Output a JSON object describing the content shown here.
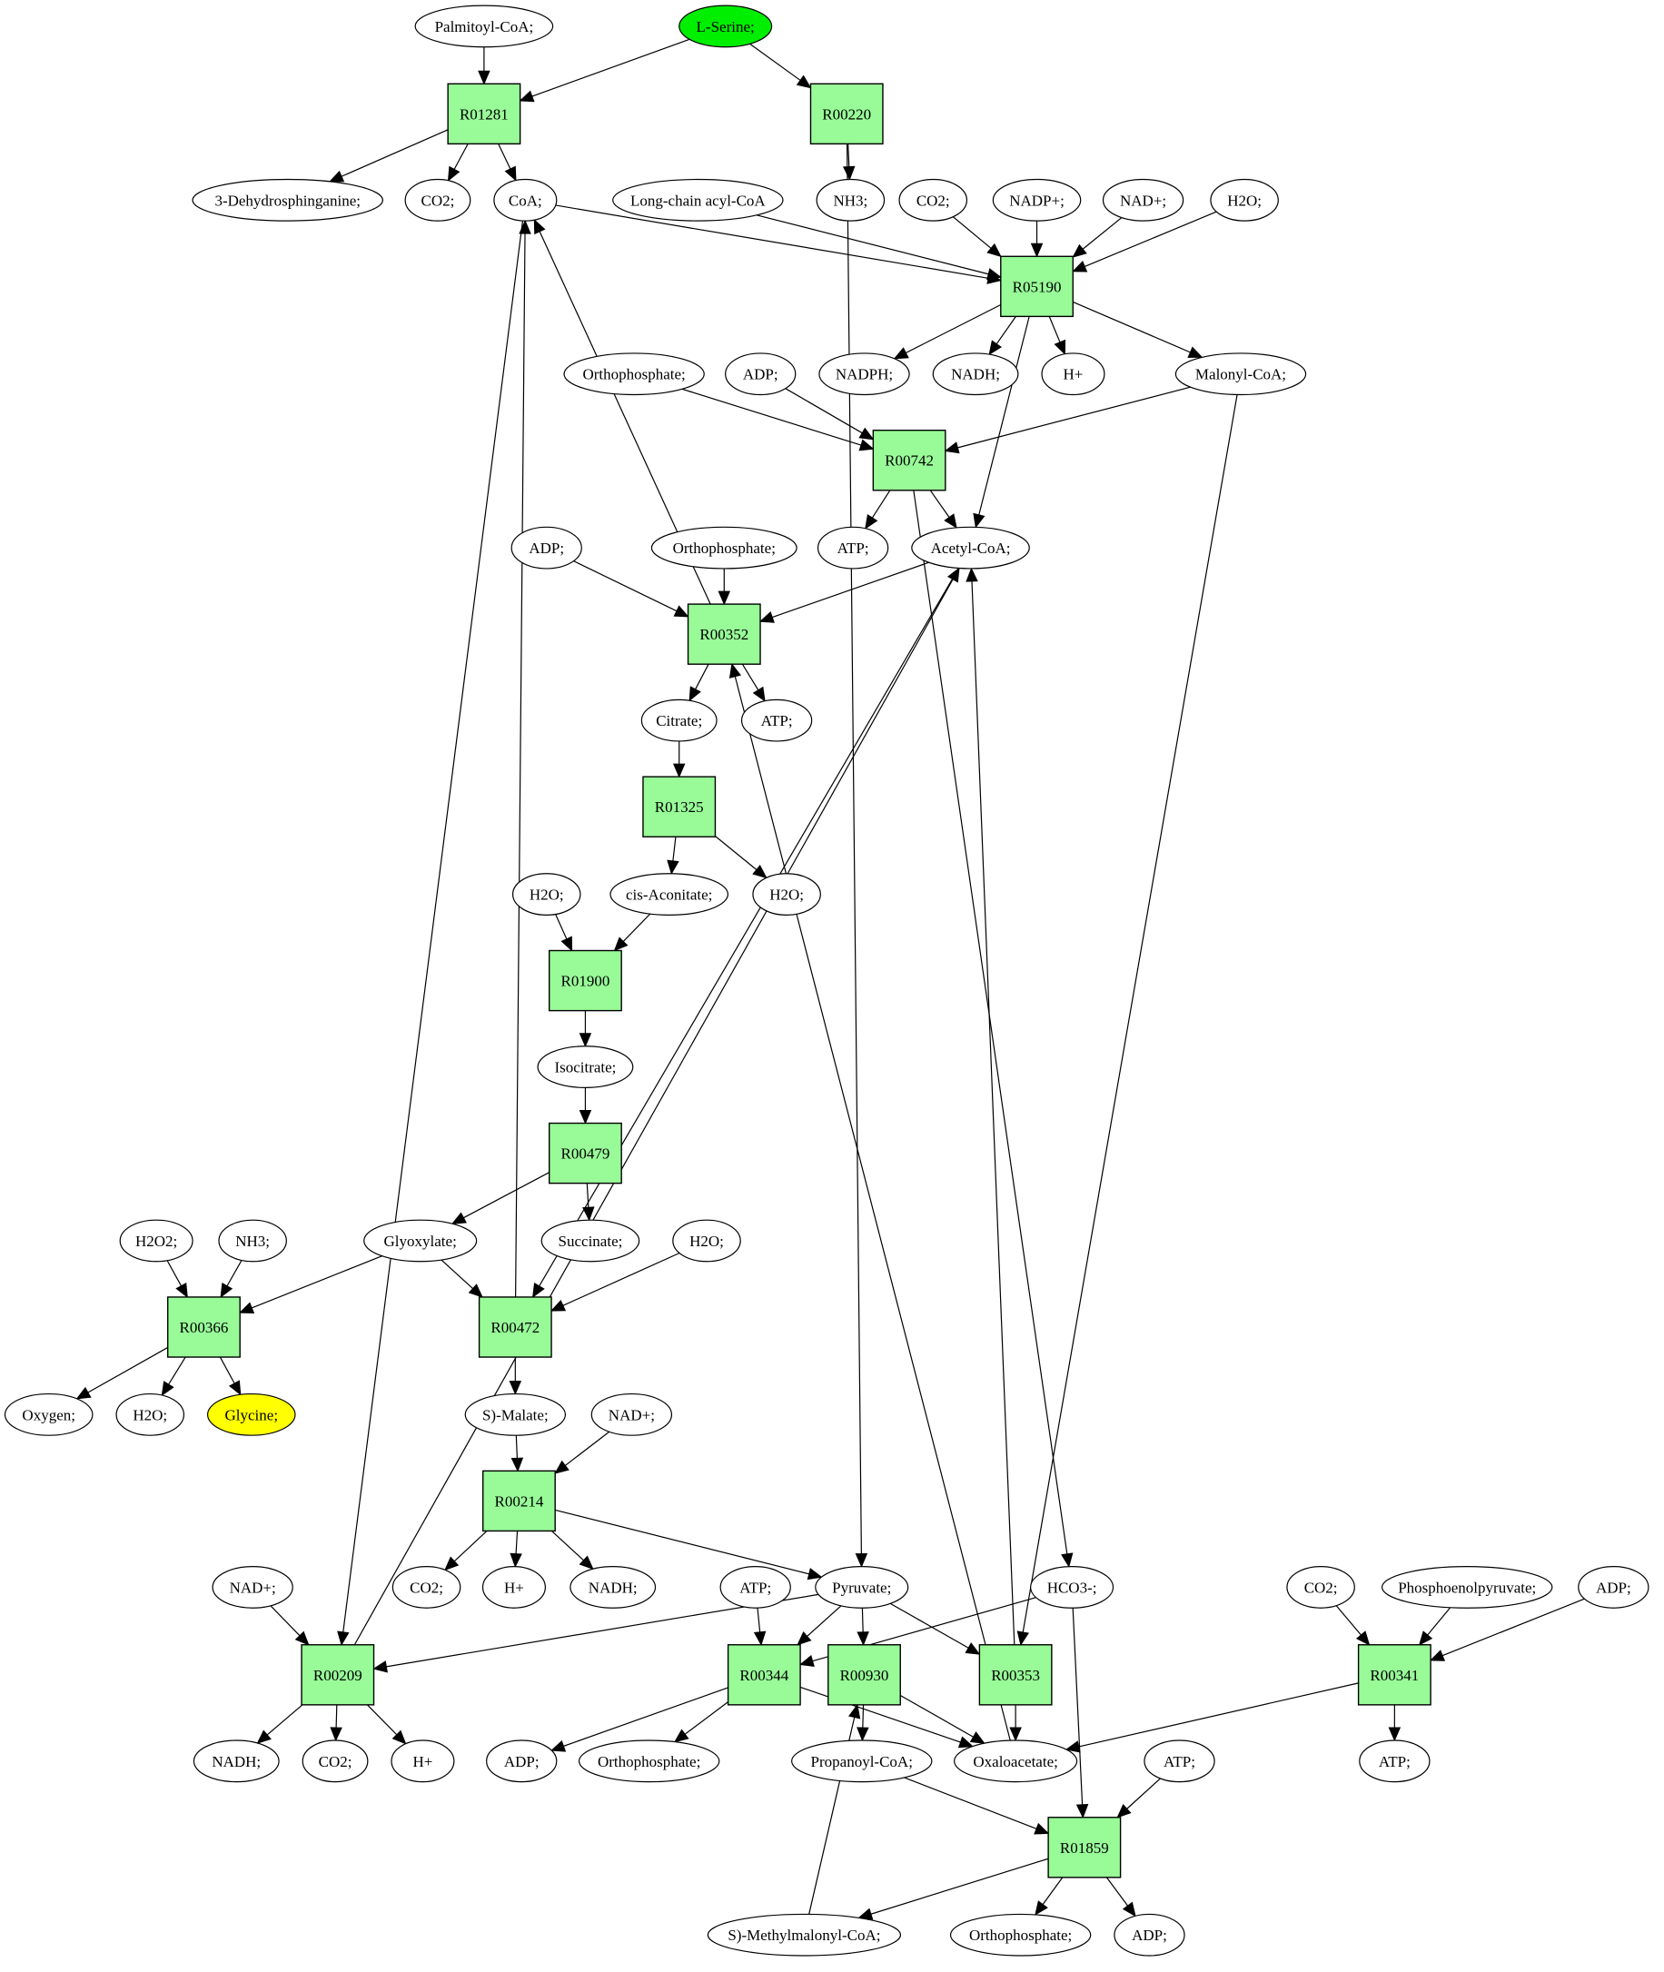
{
  "title": "Metabolic pathway graph: L-Serine to Glycine",
  "colors": {
    "reaction_fill": "#98fb98",
    "compound_fill": "#ffffff",
    "source_fill": "#00ee00",
    "target_fill": "#ffff00",
    "stroke": "#000000"
  },
  "nodes": [
    {
      "id": "palmitoyl_coa",
      "label": "Palmitoyl-CoA;",
      "type": "compound"
    },
    {
      "id": "l_serine",
      "label": "L-Serine;",
      "type": "source"
    },
    {
      "id": "R01281",
      "label": "R01281",
      "type": "reaction"
    },
    {
      "id": "R00220",
      "label": "R00220",
      "type": "reaction"
    },
    {
      "id": "dehydrosphinganine",
      "label": "3-Dehydrosphinganine;",
      "type": "compound"
    },
    {
      "id": "co2_a",
      "label": "CO2;",
      "type": "compound"
    },
    {
      "id": "coa",
      "label": "CoA;",
      "type": "compound"
    },
    {
      "id": "longchain",
      "label": "Long-chain acyl-CoA",
      "type": "compound"
    },
    {
      "id": "nh3_a",
      "label": "NH3;",
      "type": "compound"
    },
    {
      "id": "co2_b",
      "label": "CO2;",
      "type": "compound"
    },
    {
      "id": "nadp",
      "label": "NADP+;",
      "type": "compound"
    },
    {
      "id": "nad_a",
      "label": "NAD+;",
      "type": "compound"
    },
    {
      "id": "h2o_a",
      "label": "H2O;",
      "type": "compound"
    },
    {
      "id": "R05190",
      "label": "R05190",
      "type": "reaction"
    },
    {
      "id": "ortho_a",
      "label": "Orthophosphate;",
      "type": "compound"
    },
    {
      "id": "adp_a",
      "label": "ADP;",
      "type": "compound"
    },
    {
      "id": "nadph",
      "label": "NADPH;",
      "type": "compound"
    },
    {
      "id": "nadh_a",
      "label": "NADH;",
      "type": "compound"
    },
    {
      "id": "hplus_a",
      "label": "H+",
      "type": "compound"
    },
    {
      "id": "malonyl",
      "label": "Malonyl-CoA;",
      "type": "compound"
    },
    {
      "id": "R00742",
      "label": "R00742",
      "type": "reaction"
    },
    {
      "id": "adp_b",
      "label": "ADP;",
      "type": "compound"
    },
    {
      "id": "ortho_b",
      "label": "Orthophosphate;",
      "type": "compound"
    },
    {
      "id": "atp_a",
      "label": "ATP;",
      "type": "compound"
    },
    {
      "id": "acetyl",
      "label": "Acetyl-CoA;",
      "type": "compound"
    },
    {
      "id": "R00352",
      "label": "R00352",
      "type": "reaction"
    },
    {
      "id": "citrate",
      "label": "Citrate;",
      "type": "compound"
    },
    {
      "id": "atp_b",
      "label": "ATP;",
      "type": "compound"
    },
    {
      "id": "R01325",
      "label": "R01325",
      "type": "reaction"
    },
    {
      "id": "h2o_b",
      "label": "H2O;",
      "type": "compound"
    },
    {
      "id": "cisacon",
      "label": "cis-Aconitate;",
      "type": "compound"
    },
    {
      "id": "h2o_c",
      "label": "H2O;",
      "type": "compound"
    },
    {
      "id": "R01900",
      "label": "R01900",
      "type": "reaction"
    },
    {
      "id": "isocitrate",
      "label": "Isocitrate;",
      "type": "compound"
    },
    {
      "id": "R00479",
      "label": "R00479",
      "type": "reaction"
    },
    {
      "id": "h2o2",
      "label": "H2O2;",
      "type": "compound"
    },
    {
      "id": "nh3_b",
      "label": "NH3;",
      "type": "compound"
    },
    {
      "id": "glyoxylate",
      "label": "Glyoxylate;",
      "type": "compound"
    },
    {
      "id": "succinate",
      "label": "Succinate;",
      "type": "compound"
    },
    {
      "id": "h2o_d",
      "label": "H2O;",
      "type": "compound"
    },
    {
      "id": "R00366",
      "label": "R00366",
      "type": "reaction"
    },
    {
      "id": "R00472",
      "label": "R00472",
      "type": "reaction"
    },
    {
      "id": "oxygen",
      "label": "Oxygen;",
      "type": "compound"
    },
    {
      "id": "h2o_e",
      "label": "H2O;",
      "type": "compound"
    },
    {
      "id": "glycine",
      "label": "Glycine;",
      "type": "target"
    },
    {
      "id": "malate",
      "label": "S)-Malate;",
      "type": "compound"
    },
    {
      "id": "nad_b",
      "label": "NAD+;",
      "type": "compound"
    },
    {
      "id": "R00214",
      "label": "R00214",
      "type": "reaction"
    },
    {
      "id": "co2_c",
      "label": "CO2;",
      "type": "compound"
    },
    {
      "id": "hplus_b",
      "label": "H+",
      "type": "compound"
    },
    {
      "id": "nadh_b",
      "label": "NADH;",
      "type": "compound"
    },
    {
      "id": "nad_c",
      "label": "NAD+;",
      "type": "compound"
    },
    {
      "id": "atp_c",
      "label": "ATP;",
      "type": "compound"
    },
    {
      "id": "pyruvate",
      "label": "Pyruvate;",
      "type": "compound"
    },
    {
      "id": "hco3",
      "label": "HCO3-;",
      "type": "compound"
    },
    {
      "id": "co2_d",
      "label": "CO2;",
      "type": "compound"
    },
    {
      "id": "pep",
      "label": "Phosphoenolpyruvate;",
      "type": "compound"
    },
    {
      "id": "adp_c",
      "label": "ADP;",
      "type": "compound"
    },
    {
      "id": "R00209",
      "label": "R00209",
      "type": "reaction"
    },
    {
      "id": "R00344",
      "label": "R00344",
      "type": "reaction"
    },
    {
      "id": "R00930",
      "label": "R00930",
      "type": "reaction"
    },
    {
      "id": "R00353",
      "label": "R00353",
      "type": "reaction"
    },
    {
      "id": "R00341",
      "label": "R00341",
      "type": "reaction"
    },
    {
      "id": "nadh_c",
      "label": "NADH;",
      "type": "compound"
    },
    {
      "id": "co2_e",
      "label": "CO2;",
      "type": "compound"
    },
    {
      "id": "hplus_c",
      "label": "H+",
      "type": "compound"
    },
    {
      "id": "adp_d",
      "label": "ADP;",
      "type": "compound"
    },
    {
      "id": "ortho_c",
      "label": "Orthophosphate;",
      "type": "compound"
    },
    {
      "id": "propanoyl",
      "label": "Propanoyl-CoA;",
      "type": "compound"
    },
    {
      "id": "oxaloacetate",
      "label": "Oxaloacetate;",
      "type": "compound"
    },
    {
      "id": "atp_d",
      "label": "ATP;",
      "type": "compound"
    },
    {
      "id": "atp_e",
      "label": "ATP;",
      "type": "compound"
    },
    {
      "id": "R01859",
      "label": "R01859",
      "type": "reaction"
    },
    {
      "id": "methylmalonyl",
      "label": "S)-Methylmalonyl-CoA;",
      "type": "compound"
    },
    {
      "id": "ortho_d",
      "label": "Orthophosphate;",
      "type": "compound"
    },
    {
      "id": "adp_e",
      "label": "ADP;",
      "type": "compound"
    }
  ],
  "edges": [
    [
      "palmitoyl_coa",
      "R01281"
    ],
    [
      "l_serine",
      "R01281"
    ],
    [
      "l_serine",
      "R00220"
    ],
    [
      "R01281",
      "dehydrosphinganine"
    ],
    [
      "R01281",
      "co2_a"
    ],
    [
      "R01281",
      "coa"
    ],
    [
      "R00220",
      "nh3_a"
    ],
    [
      "R00220",
      "pyruvate"
    ],
    [
      "coa",
      "R05190"
    ],
    [
      "longchain",
      "R05190"
    ],
    [
      "co2_b",
      "R05190"
    ],
    [
      "nadp",
      "R05190"
    ],
    [
      "nad_a",
      "R05190"
    ],
    [
      "h2o_a",
      "R05190"
    ],
    [
      "coa",
      "R00209"
    ],
    [
      "R05190",
      "nadph"
    ],
    [
      "R05190",
      "nadh_a"
    ],
    [
      "R05190",
      "hplus_a"
    ],
    [
      "R05190",
      "malonyl"
    ],
    [
      "R05190",
      "acetyl"
    ],
    [
      "ortho_a",
      "R00742"
    ],
    [
      "adp_a",
      "R00742"
    ],
    [
      "malonyl",
      "R00742"
    ],
    [
      "malonyl",
      "R00353"
    ],
    [
      "R00742",
      "atp_a"
    ],
    [
      "R00742",
      "acetyl"
    ],
    [
      "R00742",
      "hco3"
    ],
    [
      "adp_b",
      "R00352"
    ],
    [
      "ortho_b",
      "R00352"
    ],
    [
      "acetyl",
      "R00352"
    ],
    [
      "R00352",
      "coa"
    ],
    [
      "R00352",
      "citrate"
    ],
    [
      "R00352",
      "atp_b"
    ],
    [
      "citrate",
      "R01325"
    ],
    [
      "R01325",
      "cisacon"
    ],
    [
      "R01325",
      "h2o_c"
    ],
    [
      "h2o_b",
      "R01900"
    ],
    [
      "cisacon",
      "R01900"
    ],
    [
      "R01900",
      "isocitrate"
    ],
    [
      "isocitrate",
      "R00479"
    ],
    [
      "R00479",
      "glyoxylate"
    ],
    [
      "R00479",
      "succinate"
    ],
    [
      "h2o2",
      "R00366"
    ],
    [
      "nh3_b",
      "R00366"
    ],
    [
      "glyoxylate",
      "R00366"
    ],
    [
      "glyoxylate",
      "R00472"
    ],
    [
      "h2o_d",
      "R00472"
    ],
    [
      "acetyl",
      "R00472"
    ],
    [
      "R00472",
      "coa"
    ],
    [
      "R00366",
      "oxygen"
    ],
    [
      "R00366",
      "h2o_e"
    ],
    [
      "R00366",
      "glycine"
    ],
    [
      "R00472",
      "malate"
    ],
    [
      "malate",
      "R00214"
    ],
    [
      "nad_b",
      "R00214"
    ],
    [
      "R00214",
      "co2_c"
    ],
    [
      "R00214",
      "hplus_b"
    ],
    [
      "R00214",
      "nadh_b"
    ],
    [
      "R00214",
      "pyruvate"
    ],
    [
      "nad_c",
      "R00209"
    ],
    [
      "pyruvate",
      "R00209"
    ],
    [
      "R00209",
      "acetyl"
    ],
    [
      "R00209",
      "nadh_c"
    ],
    [
      "R00209",
      "co2_e"
    ],
    [
      "R00209",
      "hplus_c"
    ],
    [
      "atp_c",
      "R00344"
    ],
    [
      "pyruvate",
      "R00344"
    ],
    [
      "hco3",
      "R00344"
    ],
    [
      "pyruvate",
      "R00930"
    ],
    [
      "methylmalonyl",
      "R00930"
    ],
    [
      "pyruvate",
      "R00353"
    ],
    [
      "R00353",
      "acetyl"
    ],
    [
      "R00344",
      "adp_d"
    ],
    [
      "R00344",
      "ortho_c"
    ],
    [
      "R00344",
      "oxaloacetate"
    ],
    [
      "R00930",
      "propanoyl"
    ],
    [
      "R00930",
      "oxaloacetate"
    ],
    [
      "R00353",
      "oxaloacetate"
    ],
    [
      "oxaloacetate",
      "R00352"
    ],
    [
      "co2_d",
      "R00341"
    ],
    [
      "pep",
      "R00341"
    ],
    [
      "adp_c",
      "R00341"
    ],
    [
      "R00341",
      "atp_e"
    ],
    [
      "R00341",
      "oxaloacetate"
    ],
    [
      "propanoyl",
      "R01859"
    ],
    [
      "hco3",
      "R01859"
    ],
    [
      "atp_d",
      "R01859"
    ],
    [
      "R01859",
      "methylmalonyl"
    ],
    [
      "R01859",
      "ortho_d"
    ],
    [
      "R01859",
      "adp_e"
    ]
  ]
}
